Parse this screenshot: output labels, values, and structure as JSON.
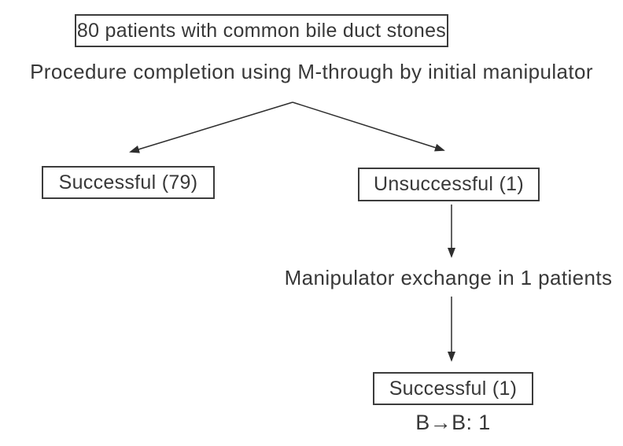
{
  "colors": {
    "background": "#ffffff",
    "text": "#383838",
    "box_border": "#3c3c3c",
    "arrow": "#2e2e2e"
  },
  "flowchart": {
    "top_box": "80 patients with common bile duct stones",
    "procedure_note": "Procedure completion using M-through by initial manipulator",
    "successful_box": "Successful (79)",
    "unsuccessful_box": "Unsuccessful (1)",
    "exchange_note": "Manipulator exchange in 1 patients",
    "retry_successful_box": "Successful (1)",
    "result_note": "B→B: 1"
  }
}
